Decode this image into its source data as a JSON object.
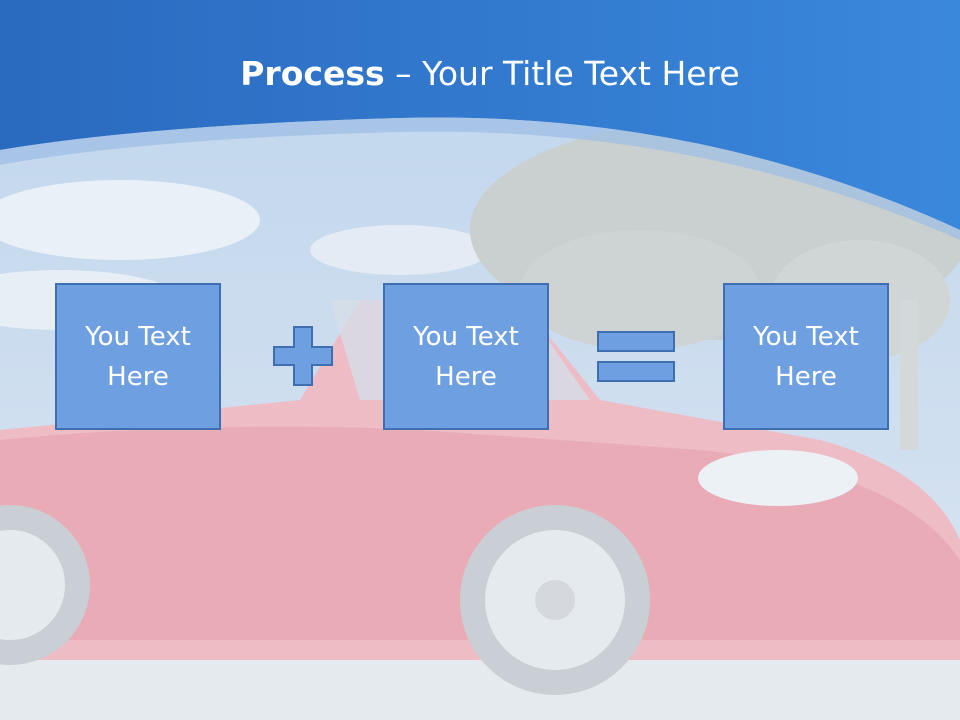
{
  "slide": {
    "title_bold": "Process",
    "title_rest": " – Your Title Text Here",
    "boxes": [
      {
        "text": "You Text Here"
      },
      {
        "text": "You Text Here"
      },
      {
        "text": "You Text Here"
      }
    ],
    "operators": [
      "plus-icon",
      "equals-icon"
    ],
    "colors": {
      "header_blue": "#2f6fc4",
      "box_fill": "#6e9fe0",
      "box_border": "#3f6fae",
      "car_red": "#e05f6c"
    }
  }
}
